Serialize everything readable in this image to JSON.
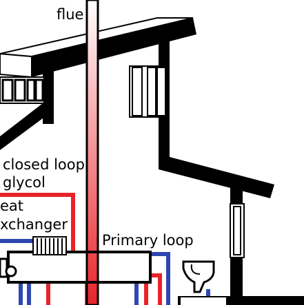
{
  "labels": {
    "flue": "flue",
    "closed_loop_line1": "closed loop",
    "closed_loop_line2": "glycol",
    "heat_exchanger_line1": "eat",
    "heat_exchanger_line2": "xchanger",
    "primary_loop": "Primary loop"
  },
  "colors": {
    "wall": "#000000",
    "hot_pipe": "#e8232a",
    "cold_pipe": "#2f47b0",
    "flue_gradient_start": "#ffffff",
    "flue_gradient_end": "#e8232a",
    "background": "#ffffff"
  }
}
